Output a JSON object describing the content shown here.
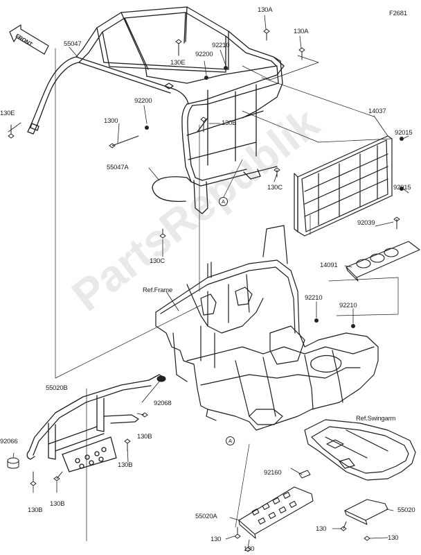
{
  "diagram_code": "F2681",
  "front_label": "FRONT",
  "watermark": "PartsRepublik",
  "refs": {
    "frame": "Ref.Frame",
    "swingarm": "Ref.Swingarm"
  },
  "circle_marker": "A",
  "labels": {
    "p55047": "55047",
    "p130e_left": "130E",
    "p130e_top": "130E",
    "p130a_top": "130A",
    "p130a_right": "130A",
    "p92210_top": "92210",
    "p92200_a": "92200",
    "p92200_b": "92200",
    "p130b_mid": "130B",
    "p1300": "1300",
    "p14037": "14037",
    "p92015_a": "92015",
    "p92015_b": "92015",
    "p55047a": "55047A",
    "p130c_a": "130C",
    "p130c_b": "130C",
    "p92039": "92039",
    "p14091": "14091",
    "p92210_b": "92210",
    "p92210_c": "92210",
    "p55020b": "55020B",
    "p92068": "92068",
    "p130b_a": "130B",
    "p130b_b": "130B",
    "p130b_c": "130B",
    "p130b_d": "130B",
    "p92066": "92066",
    "p92160": "92160",
    "p55020a": "55020A",
    "p130_a": "130",
    "p130_b": "130",
    "p130_c": "130",
    "p130_d": "130",
    "p55020": "55020"
  }
}
